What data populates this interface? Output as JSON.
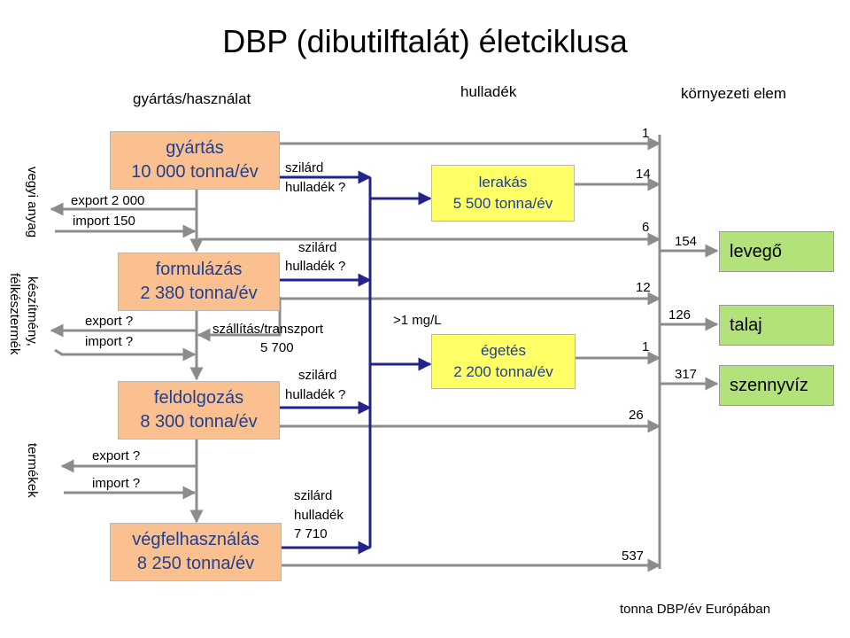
{
  "title": "DBP (dibutilftalát) életciklusa",
  "headers": {
    "production_use": "gyártás/használat",
    "waste": "hulladék",
    "environment": "környezeti elem"
  },
  "side_labels": {
    "chemicals": "vegyi anyag",
    "preparations_line1": "készítmény,",
    "preparations_line2": "félkésztermék",
    "products": "termékek"
  },
  "process": [
    {
      "name": "gyártás",
      "amount": "10 000 tonna/év"
    },
    {
      "name": "formulázás",
      "amount": "2 380 tonna/év"
    },
    {
      "name": "feldolgozás",
      "amount": "8 300 tonna/év"
    },
    {
      "name": "végfelhasználás",
      "amount": "8 250 tonna/év"
    }
  ],
  "waste_boxes": [
    {
      "name": "lerakás",
      "amount": "5 500 tonna/év"
    },
    {
      "name": "égetés",
      "amount": "2 200 tonna/év"
    }
  ],
  "environment": [
    "levegő",
    "talaj",
    "szennyvíz"
  ],
  "trade": {
    "export1": "export 2 000",
    "import1": "import 150",
    "export2": "export ?",
    "import2": "import ?",
    "export3": "export ?",
    "import3": "import ?"
  },
  "transport": {
    "line1": "szállítás/transzport",
    "line2": "5 700"
  },
  "solid_waste": {
    "s1_line1": "szilárd",
    "s1_line2": "hulladék ?",
    "s2_line1": "szilárd",
    "s2_line2": "hulladék ?",
    "s3_line1": "szilárd",
    "s3_line2": "hulladék ?",
    "s4_line1": "szilárd",
    "s4_line2": "hulladék",
    "s4_line3": "7 710"
  },
  "emissions": {
    "gyartas": "1",
    "lerakas": "14",
    "vegyi_anyag": "6",
    "formulazas": "12",
    "egetes": "1",
    "feldolgozas": "26",
    "vegfelhasznalas": "537",
    "levego": "154",
    "talaj": "126",
    "szennyviz": "317"
  },
  "concentration_note": ">1 mg/L",
  "footnote": "tonna DBP/év Európában",
  "colors": {
    "process_fill": "#fac090",
    "waste_fill": "#ffff66",
    "environment_fill": "#b3e27a",
    "flow_gray": "#8c8c8c",
    "solid_waste_blue": "#23238e",
    "box_text_blue": "#1f3f8f"
  }
}
